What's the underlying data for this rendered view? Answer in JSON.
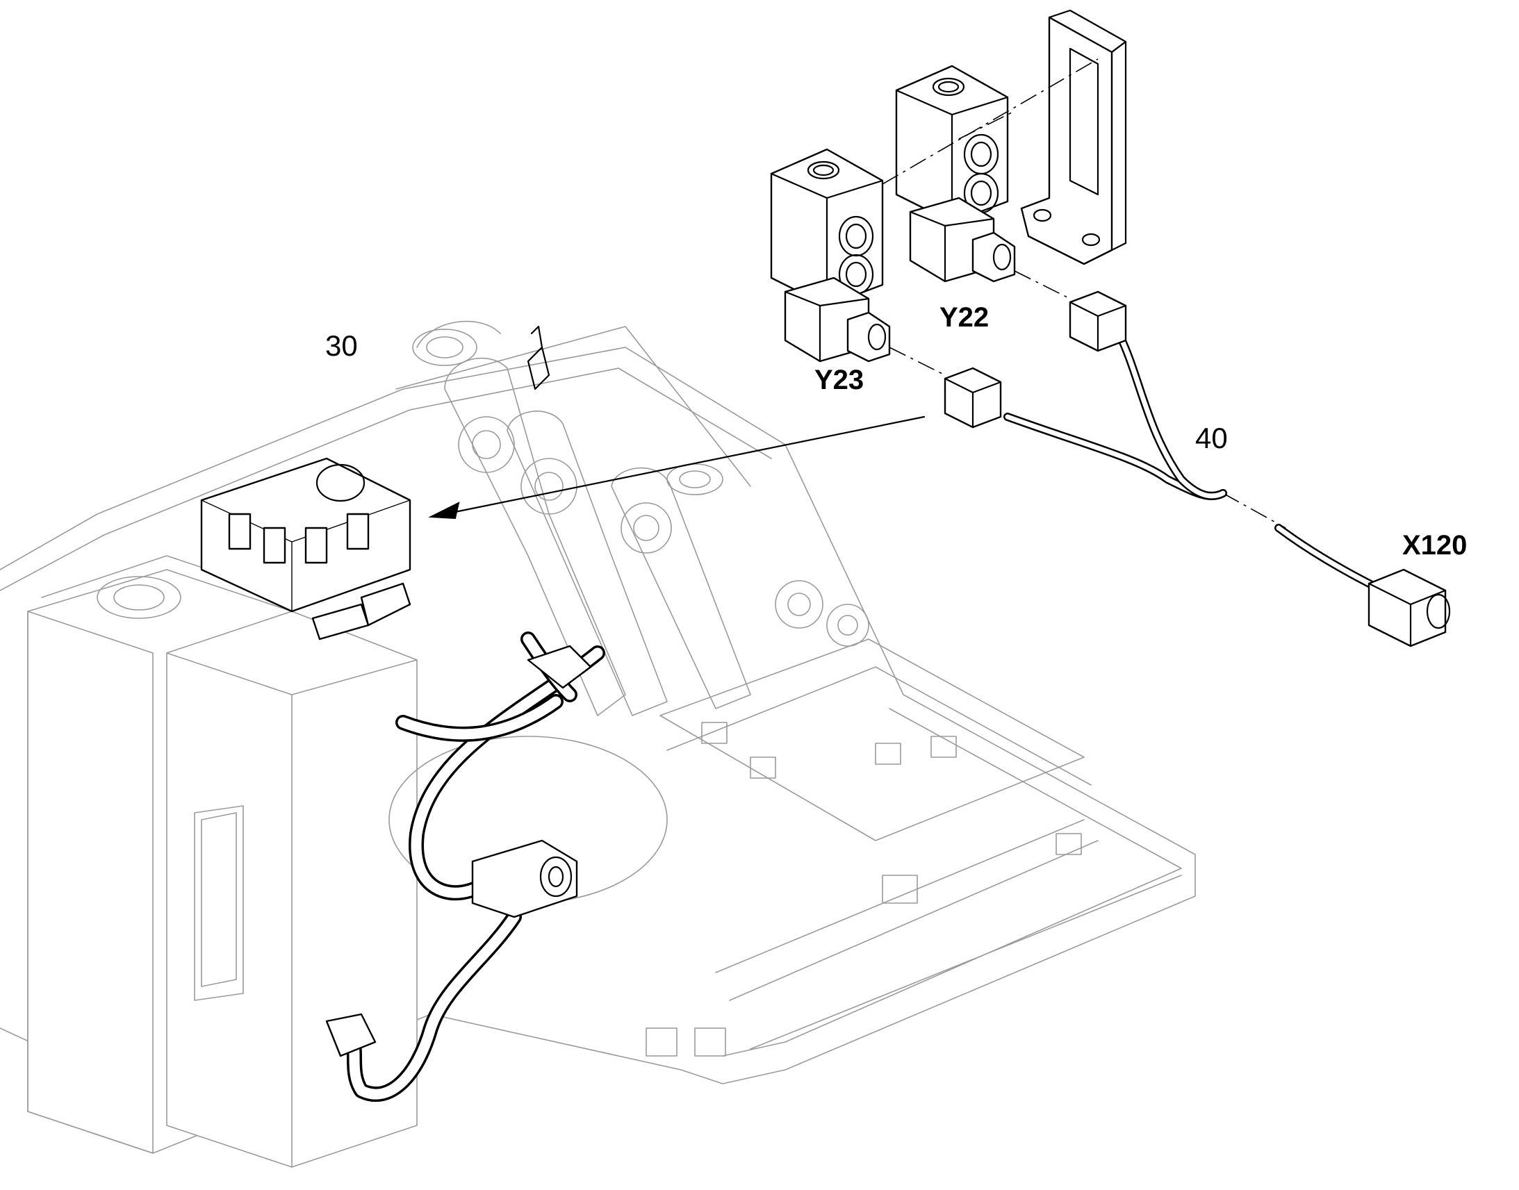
{
  "callouts": {
    "assembly_30": "30",
    "harness_40": "40",
    "valve_y22": "Y22",
    "valve_y23": "Y23",
    "connector_x120": "X120"
  },
  "colors": {
    "ink": "#000000",
    "ghost_lines": "#9a9a9a",
    "background": "#ffffff"
  }
}
